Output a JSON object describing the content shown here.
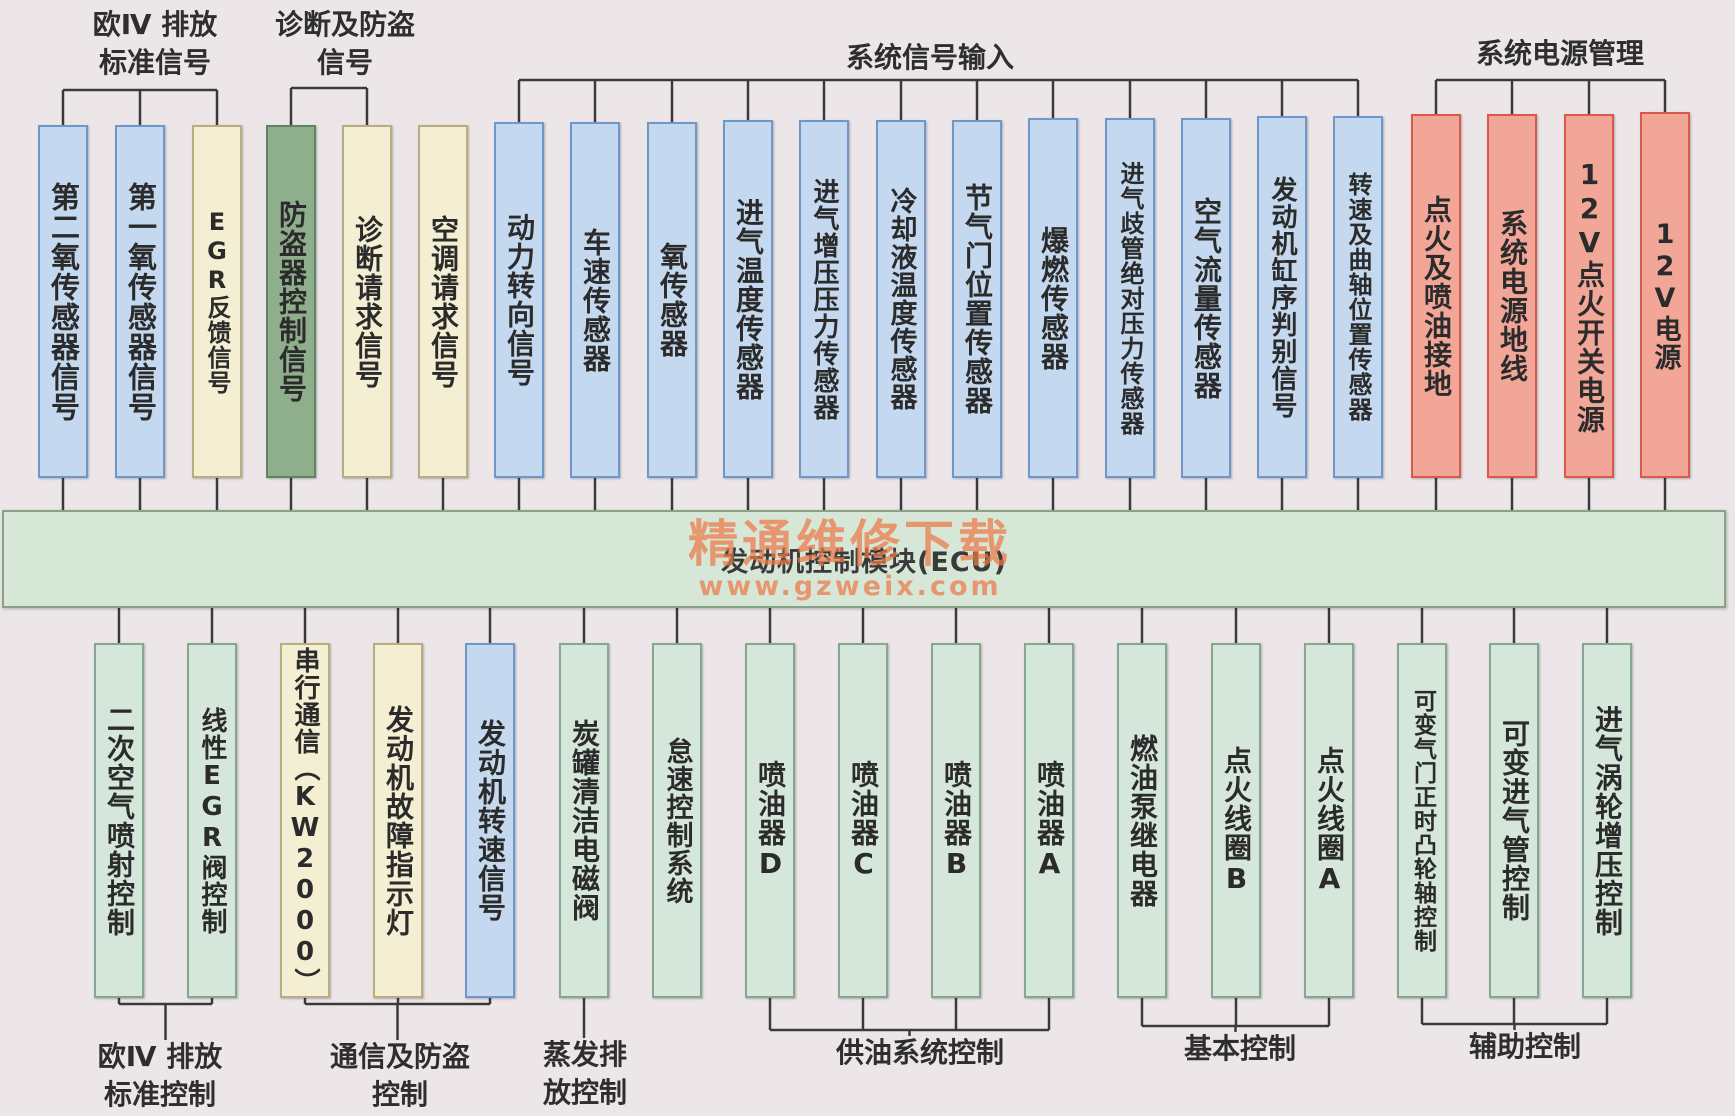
{
  "ecu": {
    "label": "发动机控制模块(ECU)"
  },
  "watermark": {
    "line1": "精通维修下载",
    "line2": "www.gzweix.com"
  },
  "colors": {
    "input": "#c4d9ef",
    "request": "#f4eed2",
    "anti_theft": "#8fae8c",
    "power": "#f1a698",
    "output": "#d5e7da",
    "ecu": "#d7e7d7"
  },
  "top_groups": [
    {
      "label": "欧Ⅳ 排放\n标准信号"
    },
    {
      "label": "诊断及防盗\n信号"
    },
    {
      "label": "系统信号输入"
    },
    {
      "label": "系统电源管理"
    }
  ],
  "top_signals": [
    {
      "label": "第二氧传感器信号",
      "style": "blue",
      "group": 0
    },
    {
      "label": "第一氧传感器信号",
      "style": "blue",
      "group": 0
    },
    {
      "label": "EGR反馈信号",
      "style": "cream",
      "group": 0
    },
    {
      "label": "防盗器控制信号",
      "style": "green",
      "group": 1
    },
    {
      "label": "诊断请求信号",
      "style": "cream",
      "group": 1
    },
    {
      "label": "空调请求信号",
      "style": "cream",
      "group": null
    },
    {
      "label": "动力转向信号",
      "style": "blue",
      "group": 2
    },
    {
      "label": "车速传感器",
      "style": "blue",
      "group": 2
    },
    {
      "label": "氧传感器",
      "style": "blue",
      "group": 2
    },
    {
      "label": "进气温度传感器",
      "style": "blue",
      "group": 2
    },
    {
      "label": "进气增压压力传感器",
      "style": "blue",
      "group": 2
    },
    {
      "label": "冷却液温度传感器",
      "style": "blue",
      "group": 2
    },
    {
      "label": "节气门位置传感器",
      "style": "blue",
      "group": 2
    },
    {
      "label": "爆燃传感器",
      "style": "blue",
      "group": 2
    },
    {
      "label": "进气歧管绝对压力传感器",
      "style": "blue",
      "group": 2
    },
    {
      "label": "空气流量传感器",
      "style": "blue",
      "group": 2
    },
    {
      "label": "发动机缸序判别信号",
      "style": "blue",
      "group": 2
    },
    {
      "label": "转速及曲轴位置传感器",
      "style": "blue",
      "group": 2
    },
    {
      "label": "点火及喷油接地",
      "style": "red",
      "group": 3
    },
    {
      "label": "系统电源地线",
      "style": "red",
      "group": 3
    },
    {
      "label": "12V点火开关电源",
      "style": "red",
      "group": 3
    },
    {
      "label": "12V电源",
      "style": "red",
      "group": 3
    }
  ],
  "bottom_groups": [
    {
      "label": "欧Ⅳ 排放\n标准控制"
    },
    {
      "label": "通信及防盗\n控制"
    },
    {
      "label": "蒸发排\n放控制"
    },
    {
      "label": "供油系统控制"
    },
    {
      "label": "基本控制"
    },
    {
      "label": "辅助控制"
    }
  ],
  "bottom_signals": [
    {
      "label": "二次空气喷射控制",
      "style": "mint",
      "group": 0
    },
    {
      "label": "线性EGR阀控制",
      "style": "mint",
      "group": 0
    },
    {
      "label": "串行通信（KW2000）",
      "style": "cream",
      "group": 1
    },
    {
      "label": "发动机故障指示灯",
      "style": "cream",
      "group": 1
    },
    {
      "label": "发动机转速信号",
      "style": "blue",
      "group": 1
    },
    {
      "label": "炭罐清洁电磁阀",
      "style": "mint",
      "group": 2
    },
    {
      "label": "怠速控制系统",
      "style": "mint",
      "group": null
    },
    {
      "label": "喷油器D",
      "style": "mint",
      "group": 3
    },
    {
      "label": "喷油器C",
      "style": "mint",
      "group": 3
    },
    {
      "label": "喷油器B",
      "style": "mint",
      "group": 3
    },
    {
      "label": "喷油器A",
      "style": "mint",
      "group": 3
    },
    {
      "label": "燃油泵继电器",
      "style": "mint",
      "group": 4
    },
    {
      "label": "点火线圈B",
      "style": "mint",
      "group": 4
    },
    {
      "label": "点火线圈A",
      "style": "mint",
      "group": 4
    },
    {
      "label": "可变气门正时凸轮轴控制",
      "style": "mint",
      "group": 5
    },
    {
      "label": "可变进气管控制",
      "style": "mint",
      "group": 5
    },
    {
      "label": "进气涡轮增压控制",
      "style": "mint",
      "group": 5
    }
  ]
}
